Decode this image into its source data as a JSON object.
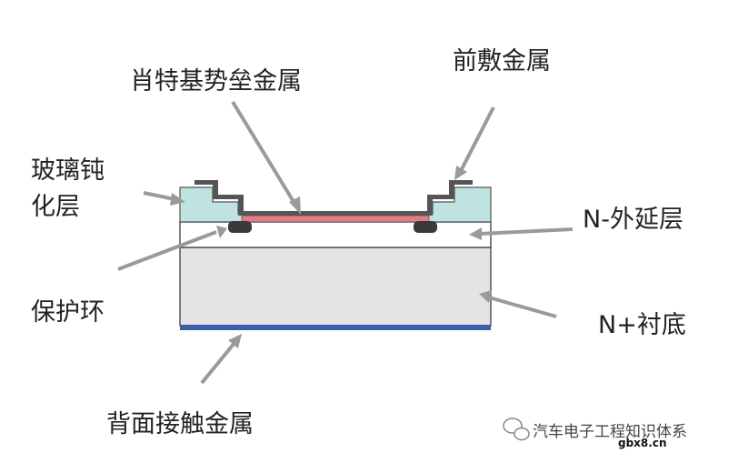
{
  "labels": {
    "schottky_metal": "肖特基势垒金属",
    "front_metal": "前敷金属",
    "glass_passivation_line1": "玻璃钝",
    "glass_passivation_line2": "化层",
    "n_epi": "N-外延层",
    "guard_ring": "保护环",
    "n_substrate": "N+衬底",
    "back_metal": "背面接触金属"
  },
  "watermark": {
    "brand": "汽车电子工程知识体系",
    "site": "gbx8.cn"
  },
  "colors": {
    "substrate": "#e4e4e4",
    "epi": "#ffffff",
    "passivation": "#bfe3e0",
    "schottky": "#e27d86",
    "front_metal": "#555555",
    "guard_ring": "#3a3a3a",
    "back_metal": "#3b5ea8",
    "outline": "#555555",
    "arrow": "#9a9a9a"
  }
}
